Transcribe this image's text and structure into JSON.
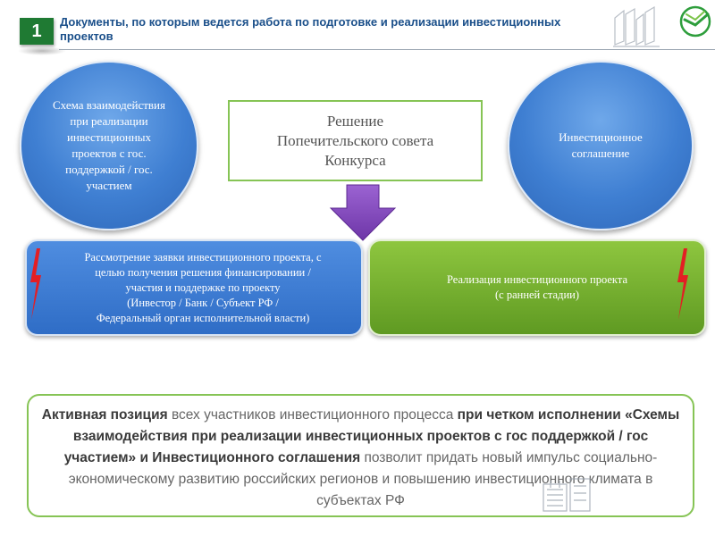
{
  "header": {
    "slide_number": "1",
    "title": "Документы, по которым ведется работа по подготовке и реализации инвестиционных проектов",
    "logo_icon": "sberbank-logo-icon",
    "accent_color": "#1f7a33"
  },
  "circles": {
    "left_text": "Схема взаимодействия при реализации инвестиционных проектов с гос. поддержкой / гос. участием",
    "right_text": "Инвестиционное соглашение",
    "color": "#3f7fd2"
  },
  "decision_box": {
    "line1": "Решение",
    "line2": "Попечительского совета",
    "line3": "Конкурса",
    "border_color": "#86c455"
  },
  "arrow": {
    "icon": "down-arrow-icon",
    "color": "#8a4fc0"
  },
  "stage_boxes": {
    "left": {
      "line1": "Рассмотрение заявки инвестиционного проекта, с",
      "line2": "целью получения решения финансировании /",
      "line3": "участия и поддержке по проекту",
      "line4": "(Инвестор / Банк / Субъект РФ /",
      "line5": "Федеральный орган исполнительной власти)",
      "color": "#3f7fd2"
    },
    "right": {
      "line1": "Реализация инвестиционного проекта",
      "line2": "(с ранней стадии)",
      "color": "#7bb534"
    },
    "bolt_icon": "lightning-bolt-icon",
    "bolt_color": "#e31e24"
  },
  "summary": {
    "part1_bold": "Активная позиция",
    "part2": " всех участников инвестиционного процесса ",
    "part3_bold": "при четком исполнении «Схемы взаимодействия при реализации инвестиционных проектов с гос поддержкой / гос участием» и Инвестиционного соглашения",
    "part4": " позволит придать новый импульс социально-экономическому развитию российских регионов и повышению инвестиционного климата в субъектах РФ",
    "border_color": "#86c455"
  }
}
